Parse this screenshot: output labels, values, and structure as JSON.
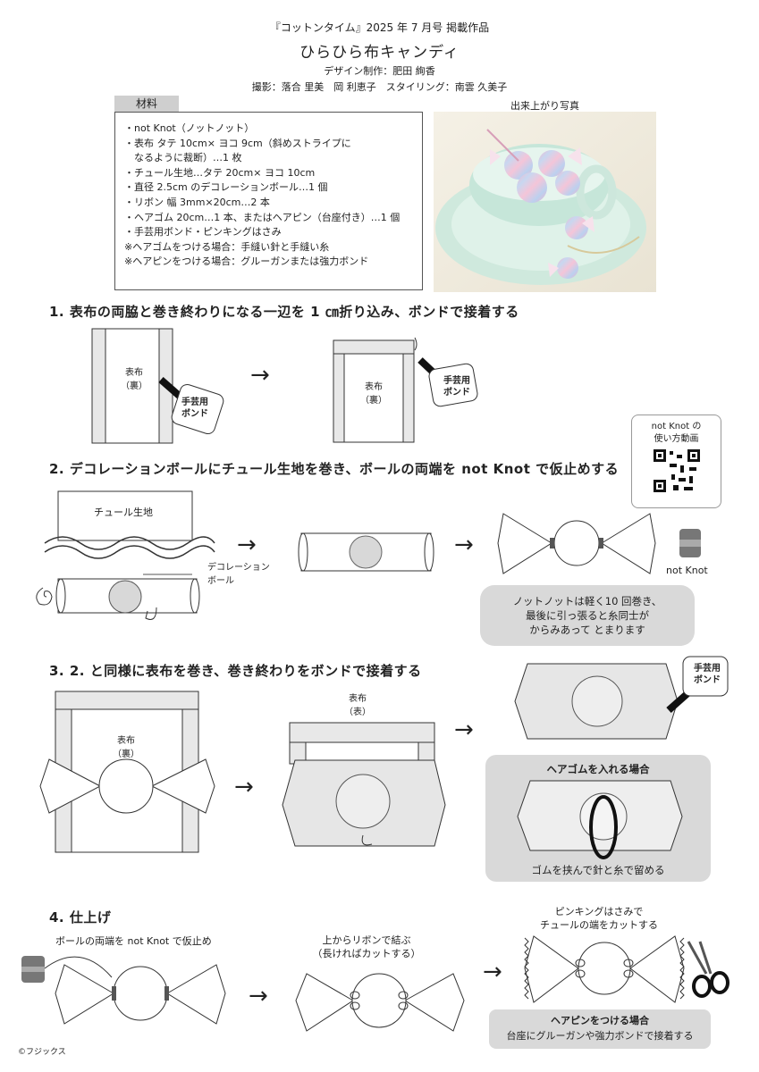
{
  "header": {
    "magazine": "『コットンタイム』2025 年 7 月号 掲載作品",
    "title": "ひらひら布キャンディ",
    "design": "デザイン制作：肥田 絢香",
    "credits": "撮影：落合 里美　岡 利恵子　スタイリング：南雲 久美子"
  },
  "materials": {
    "tab": "材料",
    "lines": [
      "・not Knot（ノットノット）",
      "・表布 タテ 10cm× ヨコ 9cm（斜めストライプに",
      "　なるように裁断）…1 枚",
      "・チュール生地…タテ 20cm× ヨコ 10cm",
      "・直径 2.5cm のデコレーションボール…1 個",
      "・リボン 幅 3mm×20cm…2 本",
      "・ヘアゴム 20cm…1 本、またはヘアピン（台座付き）…1 個",
      "・手芸用ボンド・ピンキングはさみ",
      "※ヘアゴムをつける場合：手縫い針と手縫い糸",
      "※ヘアピンをつける場合：グルーガンまたは強力ボンド"
    ]
  },
  "photo": {
    "label": "出来上がり写真"
  },
  "steps": {
    "s1": "1. 表布の両脇と巻き終わりになる一辺を 1 ㎝折り込み、ボンドで接着する",
    "s2": "2. デコレーションボールにチュール生地を巻き、ボールの両端を not Knot で仮止めする",
    "s3": "3. 2. と同様に表布を巻き、巻き終わりをボンドで接着する",
    "s4": "4. 仕上げ"
  },
  "labels": {
    "omote_ura": "表布",
    "ura": "（裏）",
    "omote_omote": "（表）",
    "bond1": "手芸用",
    "bond2": "ボンド",
    "tulle": "チュール生地",
    "deco1": "デコレーション",
    "deco2": "ボール",
    "notknot": "not Knot",
    "qr1": "not Knot の",
    "qr2": "使い方動画",
    "bubble1": "ノットノットは軽く10 回巻き、",
    "bubble2": "最後に引っ張ると糸同士が",
    "bubble3": "からみあって とまります",
    "hairtie_title": "ヘアゴムを入れる場合",
    "hairtie_note": "ゴムを挟んで針と糸で留める",
    "s4_a": "ボールの両端を not Knot で仮止め",
    "s4_b1": "上からリボンで結ぶ",
    "s4_b2": "（長ければカットする）",
    "s4_c1": "ピンキングはさみで",
    "s4_c2": "チュールの端をカットする",
    "hairpin_title": "ヘアピンをつける場合",
    "hairpin_note": "台座にグルーガンや強力ボンドで接着する"
  },
  "copyright": "©フジックス"
}
